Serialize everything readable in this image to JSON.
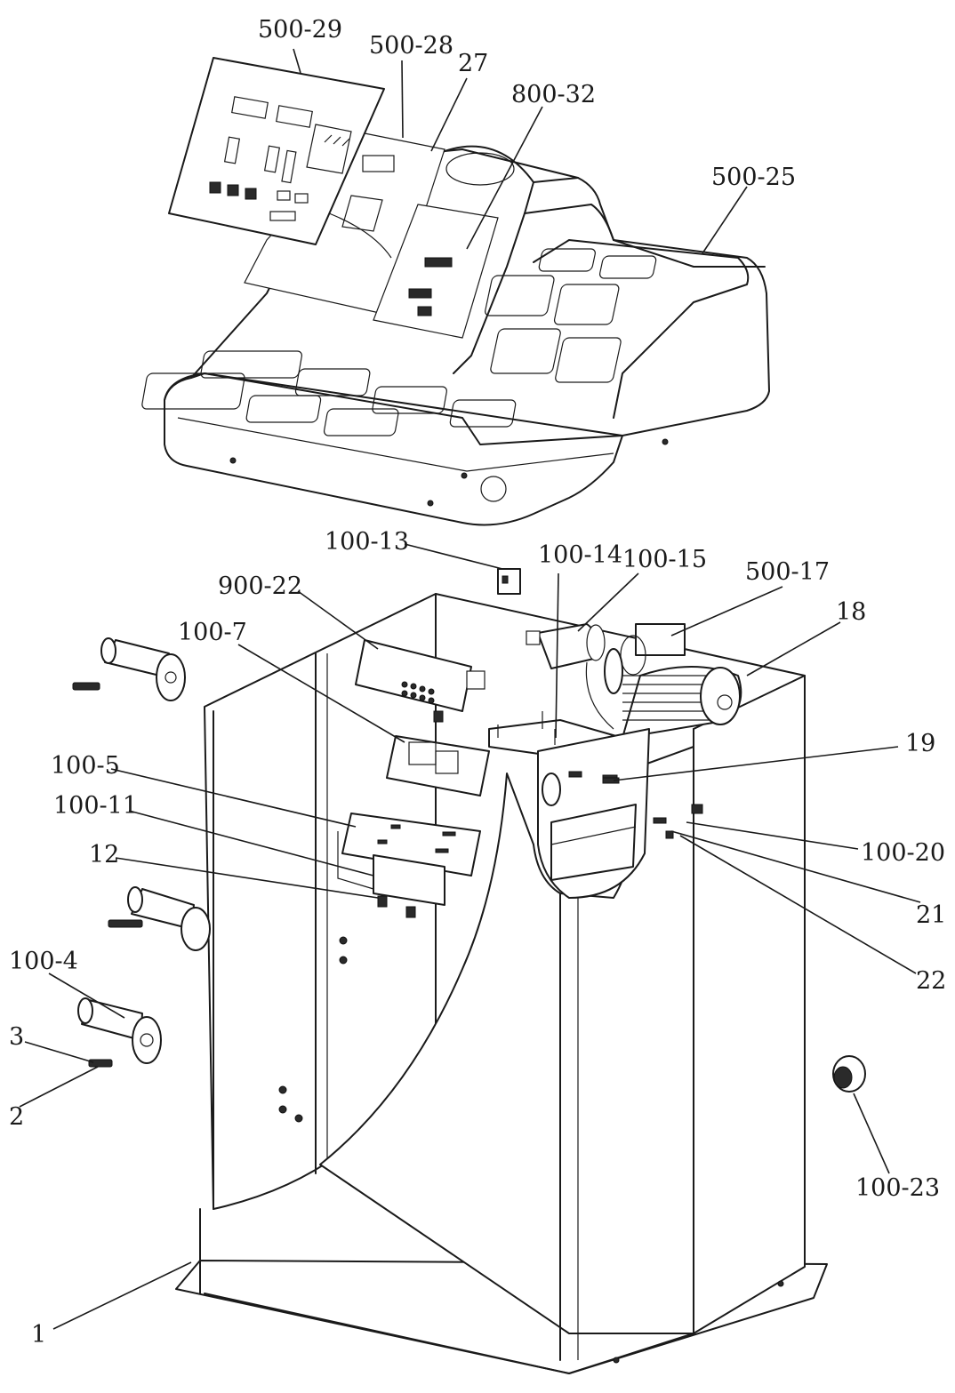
{
  "labels": {
    "l500_29": "500-29",
    "l500_28": "500-28",
    "l27": "27",
    "l800_32": "800-32",
    "l500_25": "500-25",
    "l100_13": "100-13",
    "l100_14": "100-14",
    "l100_15": "100-15",
    "l500_17": "500-17",
    "l18": "18",
    "l900_22": "900-22",
    "l100_7": "100-7",
    "l19": "19",
    "l100_5": "100-5",
    "l100_11": "100-11",
    "l100_20": "100-20",
    "l12": "12",
    "l21": "21",
    "l22": "22",
    "l100_4": "100-4",
    "l3": "3",
    "l2": "2",
    "l100_23": "100-23",
    "l1": "1"
  }
}
